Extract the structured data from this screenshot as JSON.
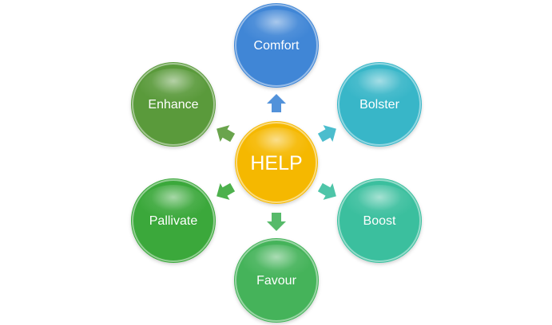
{
  "diagram": {
    "center": {
      "label": "HELP",
      "color": "#f5b800"
    },
    "nodes": [
      {
        "id": "comfort",
        "label": "Comfort",
        "color": "#3f86d6"
      },
      {
        "id": "bolster",
        "label": "Bolster",
        "color": "#38b6c8"
      },
      {
        "id": "boost",
        "label": "Boost",
        "color": "#3bbf9e"
      },
      {
        "id": "favour",
        "label": "Favour",
        "color": "#45b35a"
      },
      {
        "id": "pallivate",
        "label": "Pallivate",
        "color": "#3aa83a"
      },
      {
        "id": "enhance",
        "label": "Enhance",
        "color": "#5a9a3a"
      }
    ]
  }
}
